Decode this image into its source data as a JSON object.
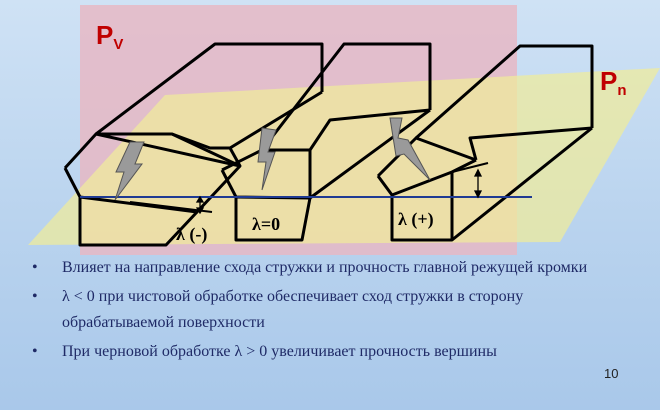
{
  "planes": {
    "pv": {
      "main": "P",
      "sub": "V"
    },
    "pn": {
      "main": "P",
      "sub": "n"
    }
  },
  "angles": {
    "negative": "λ (-)",
    "zero": "λ=0",
    "positive": "λ (+)"
  },
  "colors": {
    "pv_plane": "#e6b8c4",
    "pn_plane": "#f0ec9a",
    "main_edge_line": "#1f3a93",
    "chip": "#9a9a9a",
    "label_red": "#c00000",
    "text": "#1f2a66"
  },
  "bullets": [
    "Влияет на направление схода стружки и прочность главной режущей кромки",
    "λ < 0 при чистовой обработке обеспечивает сход стружки   в сторону обрабатываемой поверхности",
    "При черновой обработке   λ > 0    увеличивает прочность вершины"
  ],
  "slide_number": "10"
}
